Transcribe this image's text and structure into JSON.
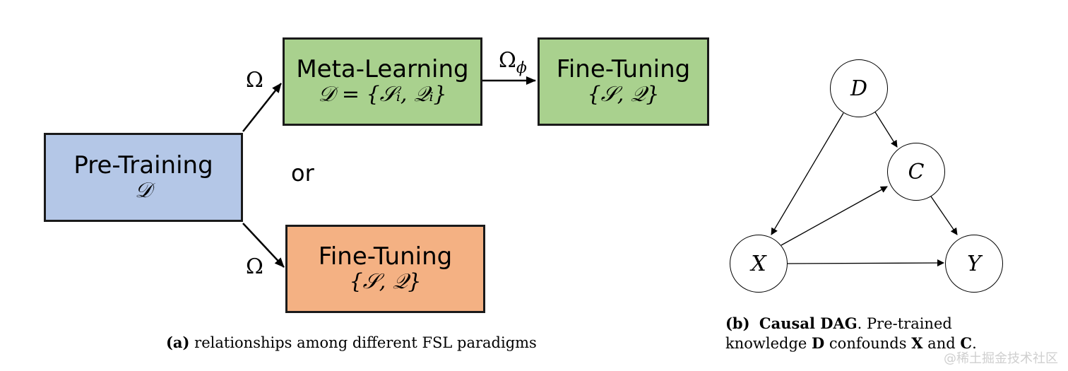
{
  "left_diagram": {
    "pretraining": {
      "title": "Pre-Training",
      "math": "𝒟"
    },
    "meta_learning": {
      "title": "Meta-Learning",
      "math": "𝒟 = {𝒮ᵢ, 𝒬ᵢ}"
    },
    "fine_tuning_top": {
      "title": "Fine-Tuning",
      "math": "{𝒮, 𝒬}"
    },
    "fine_tuning_bottom": {
      "title": "Fine-Tuning",
      "math": "{𝒮, 𝒬}"
    },
    "omega_top": "Ω",
    "omega_bottom": "Ω",
    "omega_phi": {
      "symbol": "Ω",
      "subscript": "ϕ"
    },
    "or_label": "or",
    "caption": {
      "tag": "(a)",
      "text": "relationships among different FSL paradigms"
    }
  },
  "right_diagram": {
    "nodes": {
      "d": "D",
      "c": "C",
      "x": "X",
      "y": "Y"
    },
    "caption": {
      "tag": "(b)",
      "title": "Causal DAG",
      "text_1": ". Pre-trained knowledge ",
      "bold_d": "D",
      "text_2": " confounds ",
      "bold_x": "X",
      "text_3": " and ",
      "bold_c": "C",
      "text_4": "."
    }
  },
  "watermark": "@稀土掘金技术社区",
  "colors": {
    "pretraining_fill": "#b4c7e7",
    "meta_learning_fill": "#a9d18e",
    "fine_tuning_top_fill": "#a9d18e",
    "fine_tuning_bottom_fill": "#f4b183"
  }
}
